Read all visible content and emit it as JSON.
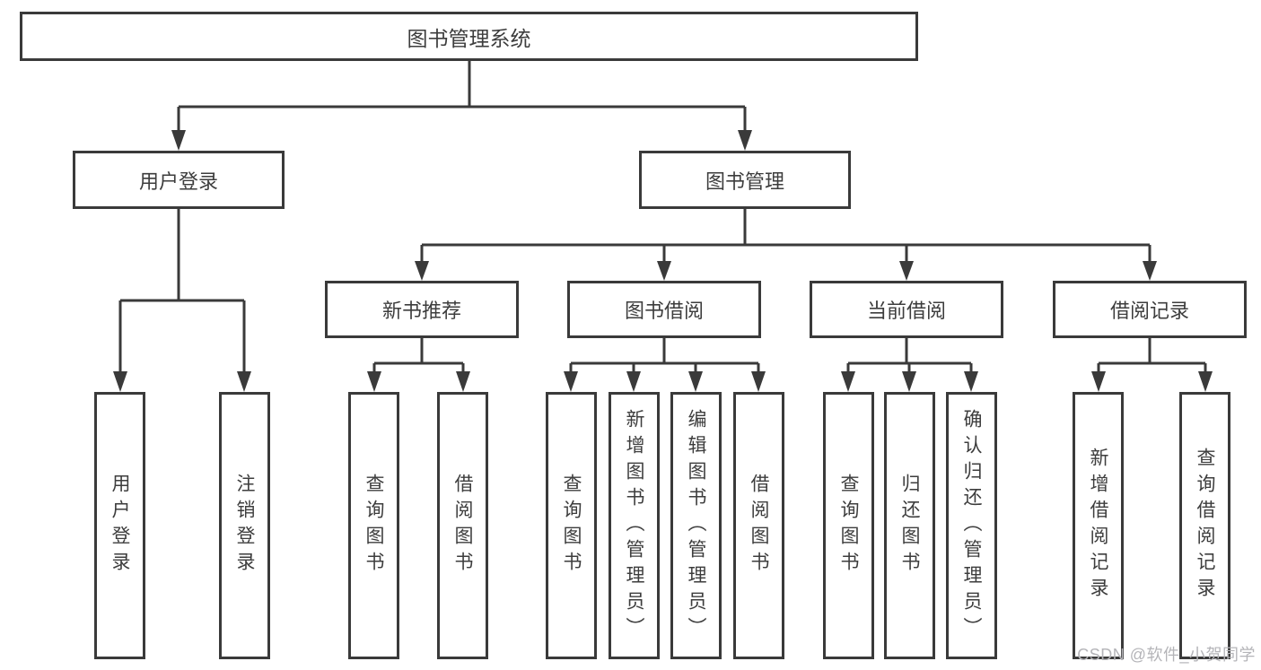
{
  "diagram": {
    "root": "图书管理系统",
    "level1": [
      "用户登录",
      "图书管理"
    ],
    "level2": [
      "新书推荐",
      "图书借阅",
      "当前借阅",
      "借阅记录"
    ],
    "leaves": {
      "user_login": [
        "用户登录",
        "注销登录"
      ],
      "new_book_recommend": [
        "查询图书",
        "借阅图书"
      ],
      "book_borrow": [
        "查询图书",
        "新增图书（管理员）",
        "编辑图书（管理员）",
        "借阅图书"
      ],
      "current_borrow": [
        "查询图书",
        "归还图书",
        "确认归还（管理员）"
      ],
      "borrow_record": [
        "新增借阅记录",
        "查询借阅记录"
      ]
    }
  },
  "watermark": {
    "text": "CSDN @软件_小贺同学"
  },
  "colors": {
    "line": "#3a3a3a",
    "text": "#3d3d3d",
    "background": "#ffffff",
    "watermark": "#b4b4b8"
  }
}
